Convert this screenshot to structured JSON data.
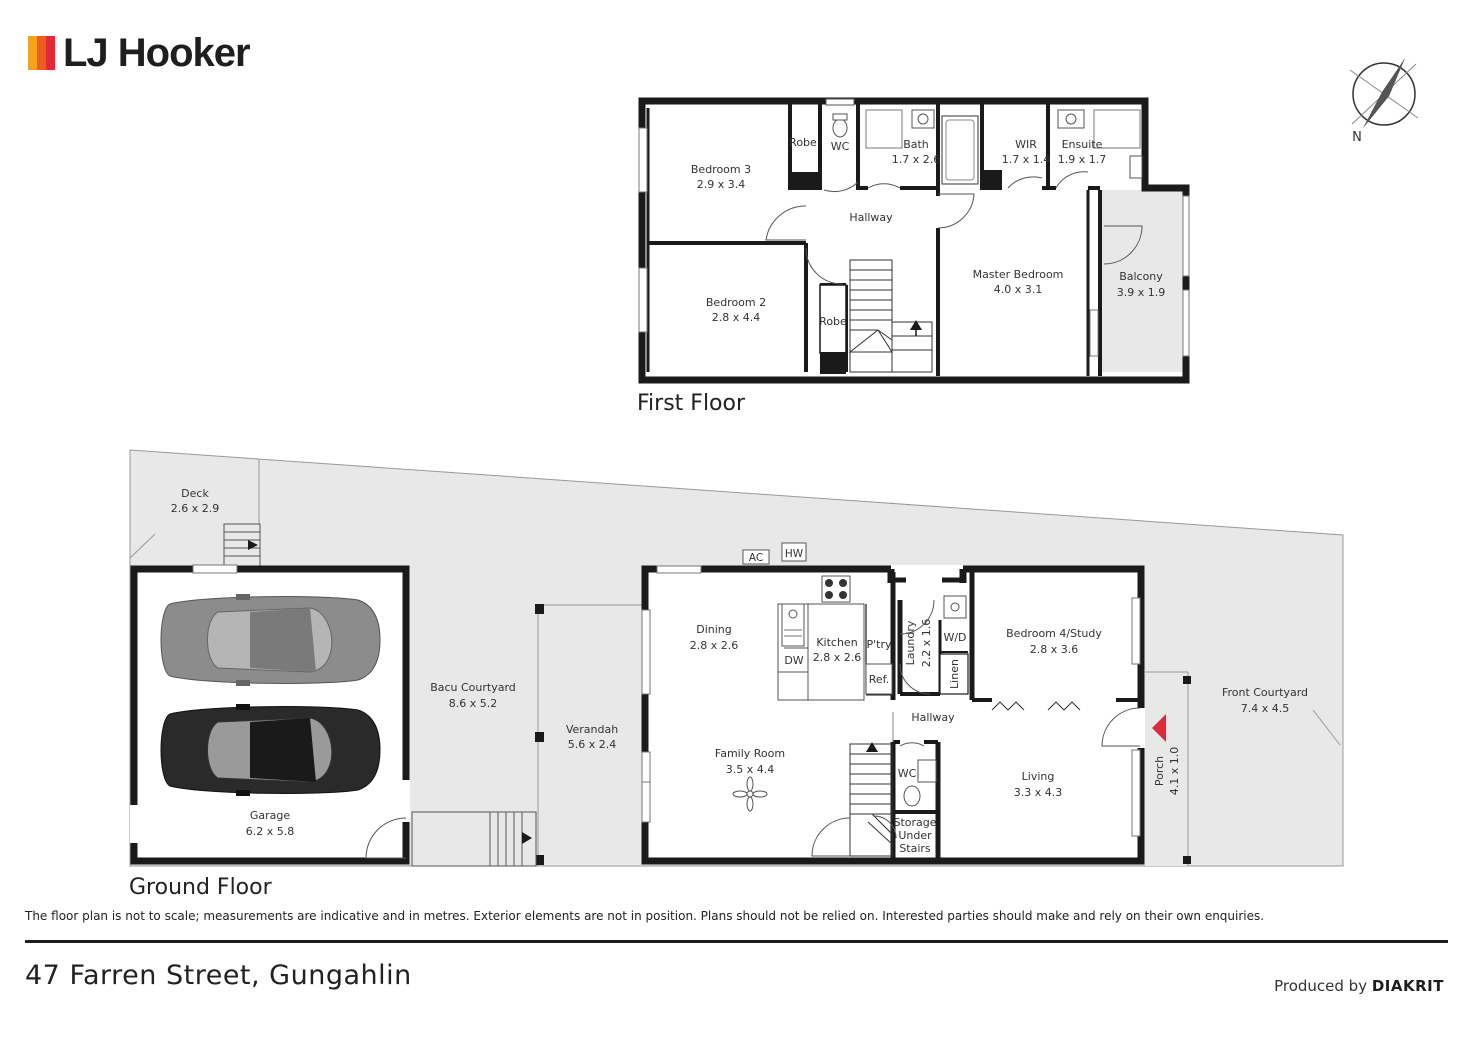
{
  "brand": {
    "name": "LJ Hooker",
    "colors": [
      "#f7a21b",
      "#f15a24",
      "#e02a3a"
    ]
  },
  "compass": {
    "label": "N"
  },
  "floors": {
    "first": {
      "title": "First Floor"
    },
    "ground": {
      "title": "Ground Floor"
    }
  },
  "rooms": {
    "bedroom3": {
      "name": "Bedroom 3",
      "size": "2.9 x 3.4"
    },
    "robe1": {
      "name": "Robe"
    },
    "wc1": {
      "name": "WC"
    },
    "bath": {
      "name": "Bath",
      "size": "1.7 x 2.6"
    },
    "wir": {
      "name": "WIR",
      "size": "1.7 x 1.4"
    },
    "ensuite": {
      "name": "Ensuite",
      "size": "1.9 x 1.7"
    },
    "hallway1": {
      "name": "Hallway"
    },
    "bedroom2": {
      "name": "Bedroom 2",
      "size": "2.8 x 4.4"
    },
    "robe2": {
      "name": "Robe"
    },
    "master": {
      "name": "Master Bedroom",
      "size": "4.0 x 3.1"
    },
    "balcony": {
      "name": "Balcony",
      "size": "3.9 x 1.9"
    },
    "deck": {
      "name": "Deck",
      "size": "2.6 x 2.9"
    },
    "garage": {
      "name": "Garage",
      "size": "6.2 x 5.8"
    },
    "bacu": {
      "name": "Bacu Courtyard",
      "size": "8.6 x 5.2"
    },
    "verandah": {
      "name": "Verandah",
      "size": "5.6 x 2.4"
    },
    "ac": {
      "name": "AC"
    },
    "hw": {
      "name": "HW"
    },
    "dining": {
      "name": "Dining",
      "size": "2.8 x 2.6"
    },
    "kitchen": {
      "name": "Kitchen",
      "size": "2.8 x 2.6"
    },
    "dw": {
      "name": "DW"
    },
    "ptry": {
      "name": "P'try"
    },
    "ref": {
      "name": "Ref."
    },
    "laundry": {
      "name": "Laundry",
      "size": "2.2 x 1.6"
    },
    "wd": {
      "name": "W/D"
    },
    "linen": {
      "name": "Linen"
    },
    "bedroom4": {
      "name": "Bedroom 4/Study",
      "size": "2.8 x 3.6"
    },
    "hallway2": {
      "name": "Hallway"
    },
    "family": {
      "name": "Family Room",
      "size": "3.5 x 4.4"
    },
    "wc2": {
      "name": "WC"
    },
    "storage": {
      "line1": "Storage",
      "line2": "Under",
      "line3": "Stairs"
    },
    "living": {
      "name": "Living",
      "size": "3.3 x 4.3"
    },
    "porch": {
      "name": "Porch",
      "size": "4.1 x 1.0"
    },
    "front": {
      "name": "Front Courtyard",
      "size": "7.4 x 4.5"
    }
  },
  "footer": {
    "disclaimer": "The floor plan is not to scale; measurements are indicative and in metres. Exterior elements are not in position. Plans should not be relied on. Interested parties should make and rely on their own enquiries.",
    "address": "47 Farren Street, Gungahlin",
    "produced_by_prefix": "Produced by",
    "produced_by_brand": "DIAKRIT"
  }
}
